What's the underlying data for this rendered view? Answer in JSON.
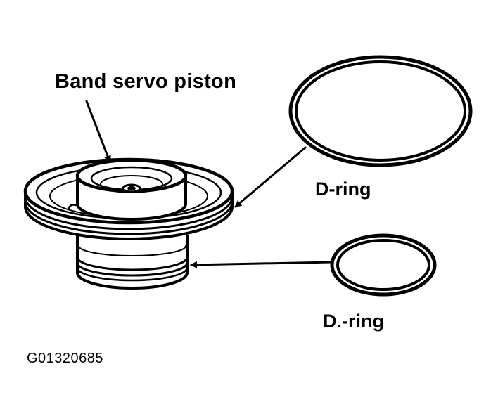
{
  "labels": {
    "piston": "Band servo piston",
    "dring_top": "D-ring",
    "dring_bottom": "D.-ring",
    "figure_code": "G01320685"
  },
  "colors": {
    "ink": "#000000",
    "paper": "#ffffff"
  }
}
